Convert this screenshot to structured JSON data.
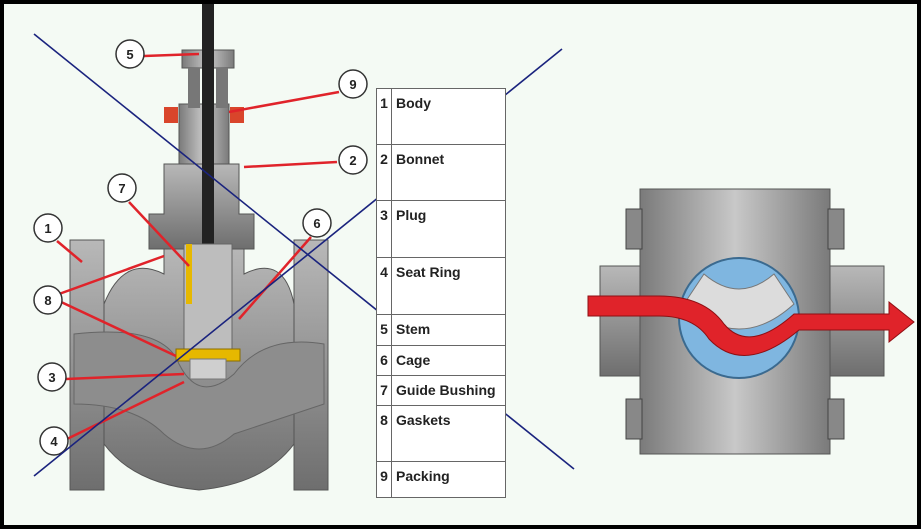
{
  "callouts": [
    "5",
    "9",
    "2",
    "7",
    "6",
    "1",
    "8",
    "3",
    "4"
  ],
  "parts_table": [
    {
      "num": "1",
      "label": "Body"
    },
    {
      "num": "2",
      "label": "Bonnet"
    },
    {
      "num": "3",
      "label": "Plug"
    },
    {
      "num": "4",
      "label": "Seat Ring"
    },
    {
      "num": "5",
      "label": "Stem"
    },
    {
      "num": "6",
      "label": "Cage"
    },
    {
      "num": "7",
      "label": "Guide Bushing"
    },
    {
      "num": "8",
      "label": "Gaskets"
    },
    {
      "num": "9",
      "label": "Packing"
    }
  ],
  "colors": {
    "arrow": "#e0232a",
    "cross": "#1a237e",
    "ball": "#7fb6e0",
    "metal": "#9a9a9a",
    "brass": "#e6b800"
  }
}
